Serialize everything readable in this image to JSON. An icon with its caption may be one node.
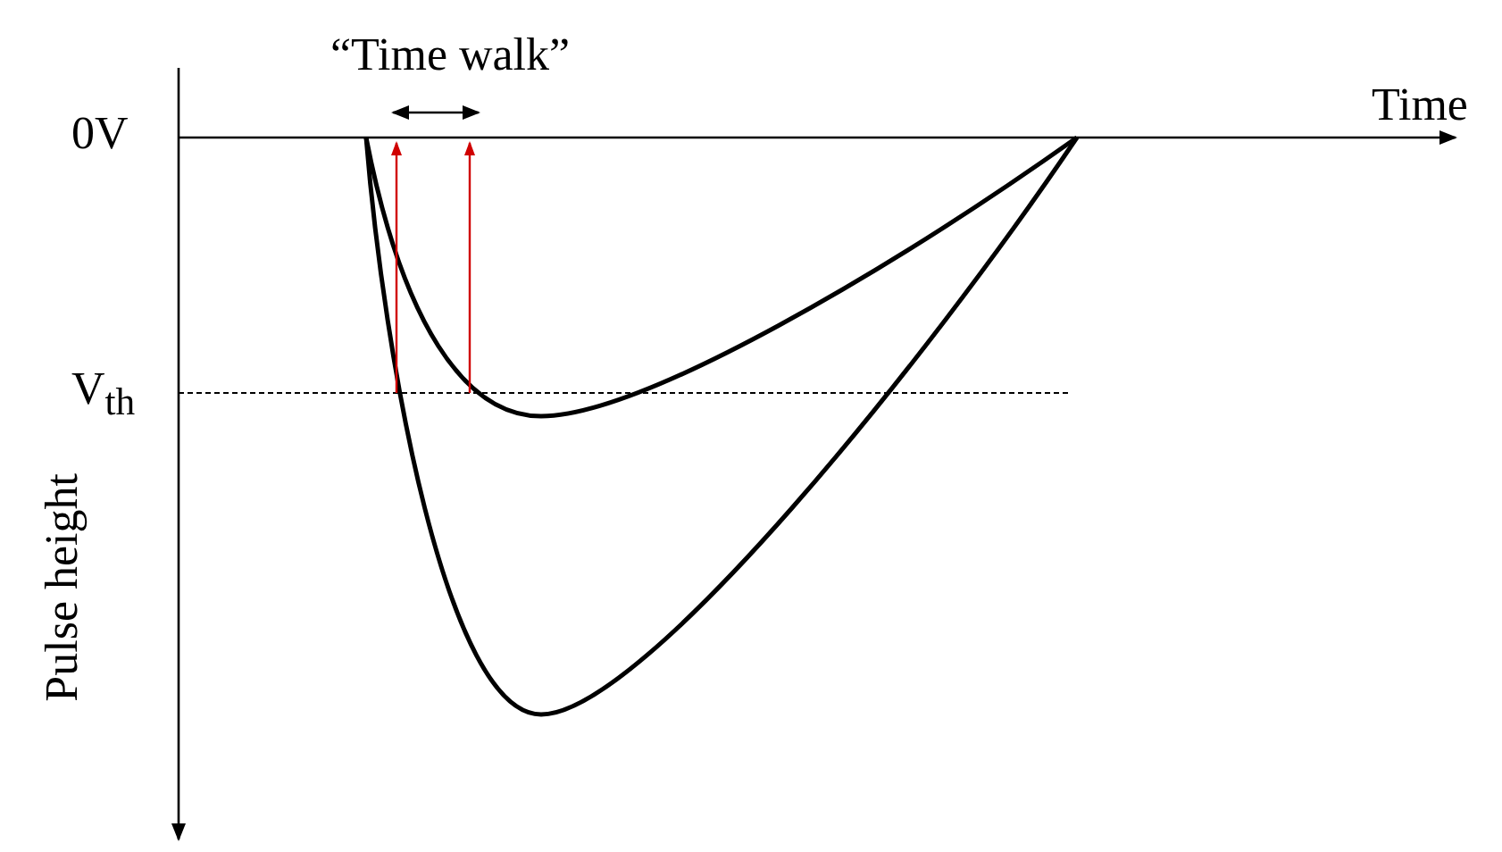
{
  "diagram": {
    "labels": [
      "“Time walk”",
      "Time",
      "0V",
      "V$_{th}$",
      "Pulse height"
    ]
  }
}
